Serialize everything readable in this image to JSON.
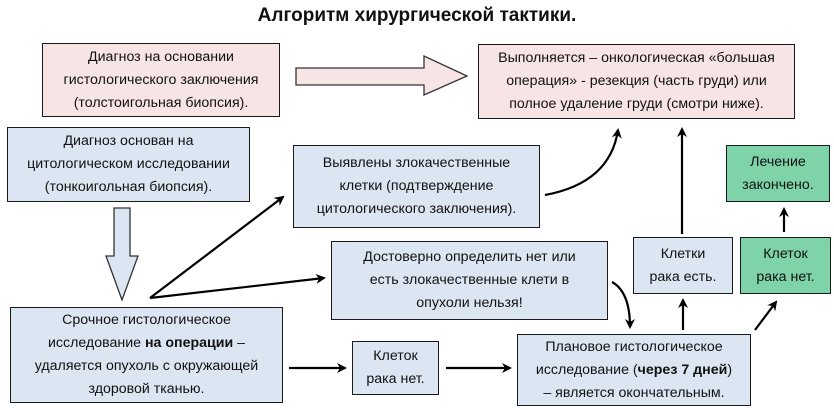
{
  "title": "Алгоритм хирургической тактики.",
  "colors": {
    "pink": "#f7e4e4",
    "blue": "#dce6f2",
    "green": "#7ed3a8",
    "border": "#1a1a1a"
  },
  "nodes": {
    "histology_diagnosis": {
      "lines": [
        "Диагноз на основании",
        "гистологического заключения",
        "(толстоигольная биопсия)."
      ]
    },
    "big_operation": {
      "lines": [
        "Выполняется – онкологическая «большая",
        "операция» - резекция (часть груди) или",
        "полное удаление груди (смотри ниже)."
      ]
    },
    "cytology_diagnosis": {
      "lines": [
        "Диагноз основан на",
        "цитологическом исследовании",
        "(тонкоигольная биопсия)."
      ]
    },
    "malignant_found": {
      "lines": [
        "Выявлены злокачественные",
        "клетки (подтверждение",
        "цитологического заключения)."
      ]
    },
    "undetermined": {
      "lines": [
        "Достоверно определить нет или",
        "есть злокачественные клети в",
        "опухоли нельзя!"
      ]
    },
    "urgent_histology": {
      "line1": "Срочное гистологическое",
      "line2_pre": "исследование ",
      "line2_bold": "на операции",
      "line2_post": " –",
      "line3": "удаляется опухоль с окружающей",
      "line4": "здоровой тканью."
    },
    "no_cancer_cells_1": {
      "lines": [
        "Клеток",
        "рака нет."
      ]
    },
    "planned_histology": {
      "line1": "Плановое гистологическое",
      "line2_pre": "исследование (",
      "line2_bold": "через 7 дней",
      "line2_post": ")",
      "line3": "– является окончательным."
    },
    "cancer_cells_present": {
      "lines": [
        "Клетки",
        "рака есть."
      ]
    },
    "no_cancer_cells_2": {
      "lines": [
        "Клеток",
        "рака нет."
      ]
    },
    "treatment_finished": {
      "lines": [
        "Лечение",
        "закончено."
      ]
    }
  }
}
